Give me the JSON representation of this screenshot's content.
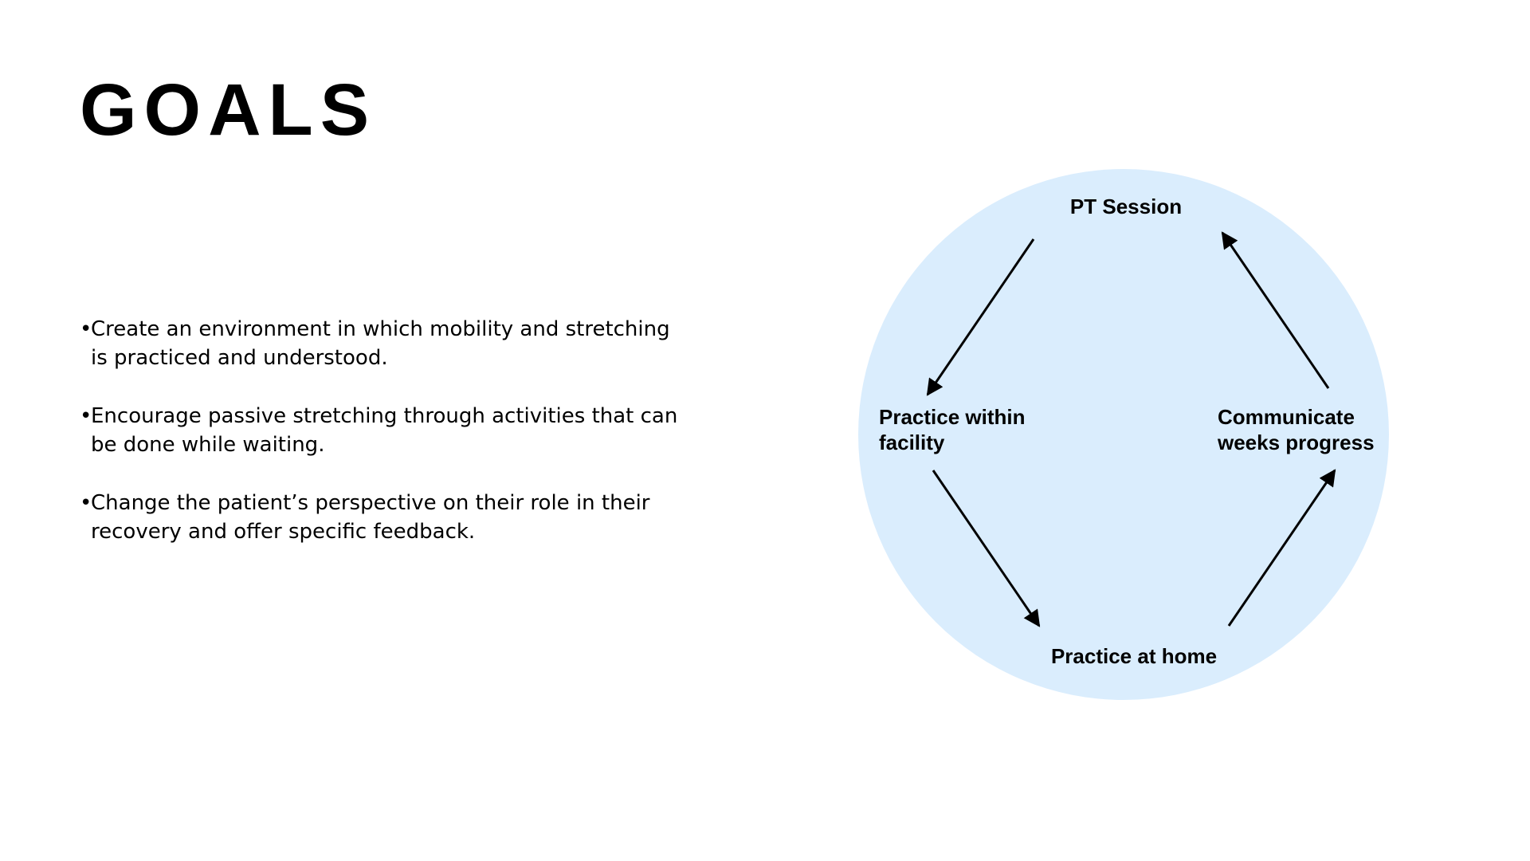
{
  "slide": {
    "title": "GOALS",
    "bullets": [
      "Create an environment in which mobility and stretching is practiced and understood.",
      "Encourage passive stretching through activities that can be done while waiting.",
      "Change the patient’s perspective on their role in their recovery and offer specific feedback."
    ]
  },
  "diagram": {
    "background_color": "#DAEDFD",
    "nodes": {
      "top": "PT Session",
      "left": [
        "Practice within",
        "facility"
      ],
      "bottom": "Practice at home",
      "right": [
        "Communicate",
        "weeks progress"
      ]
    },
    "edges": [
      {
        "from": "PT Session",
        "to": "Practice within facility"
      },
      {
        "from": "Practice within facility",
        "to": "Practice at home"
      },
      {
        "from": "Practice at home",
        "to": "Communicate weeks progress"
      },
      {
        "from": "Communicate weeks progress",
        "to": "PT Session"
      }
    ]
  }
}
